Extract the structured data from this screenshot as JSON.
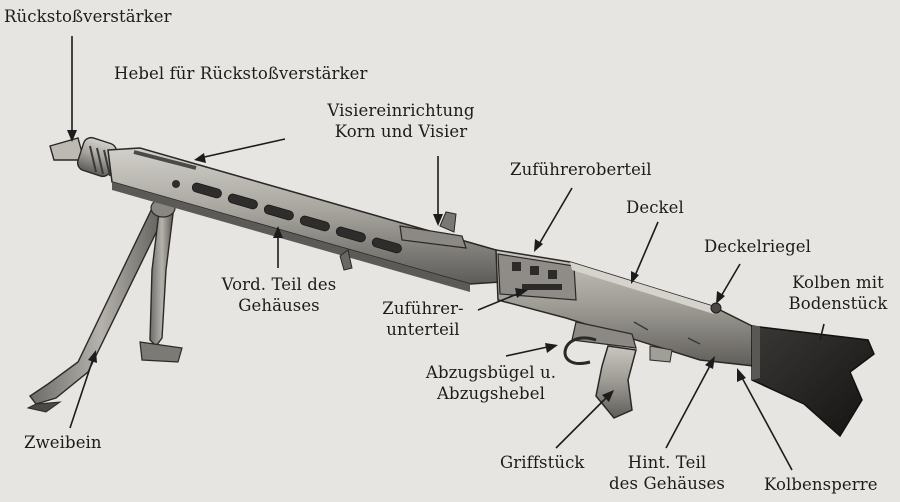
{
  "labels": {
    "rueckstoss": "Rückstoßverstärker",
    "hebel": "Hebel für Rückstoßverstärker",
    "visier_1": "Visiereinrichtung",
    "visier_2": "Korn und Visier",
    "zufuehreroberteil": "Zuführeroberteil",
    "deckel": "Deckel",
    "deckelriegel": "Deckelriegel",
    "kolben_1": "Kolben mit",
    "kolben_2": "Bodenstück",
    "vord_1": "Vord. Teil des",
    "vord_2": "Gehäuses",
    "zufuehrerunter_1": "Zuführer-",
    "zufuehrerunter_2": "unterteil",
    "abzug_1": "Abzugsbügel u.",
    "abzug_2": "Abzugshebel",
    "zweibein": "Zweibein",
    "griffstueck": "Griffstück",
    "hint_1": "Hint. Teil",
    "hint_2": "des Gehäuses",
    "kolbensperre": "Kolbensperre"
  },
  "colors": {
    "paper": "#e6e5e1",
    "metal_light": "#b2afa8",
    "metal_mid": "#8e8b85",
    "metal_dark": "#3e3c39",
    "wood_dark": "#232221",
    "ink": "#1c1c1c"
  }
}
